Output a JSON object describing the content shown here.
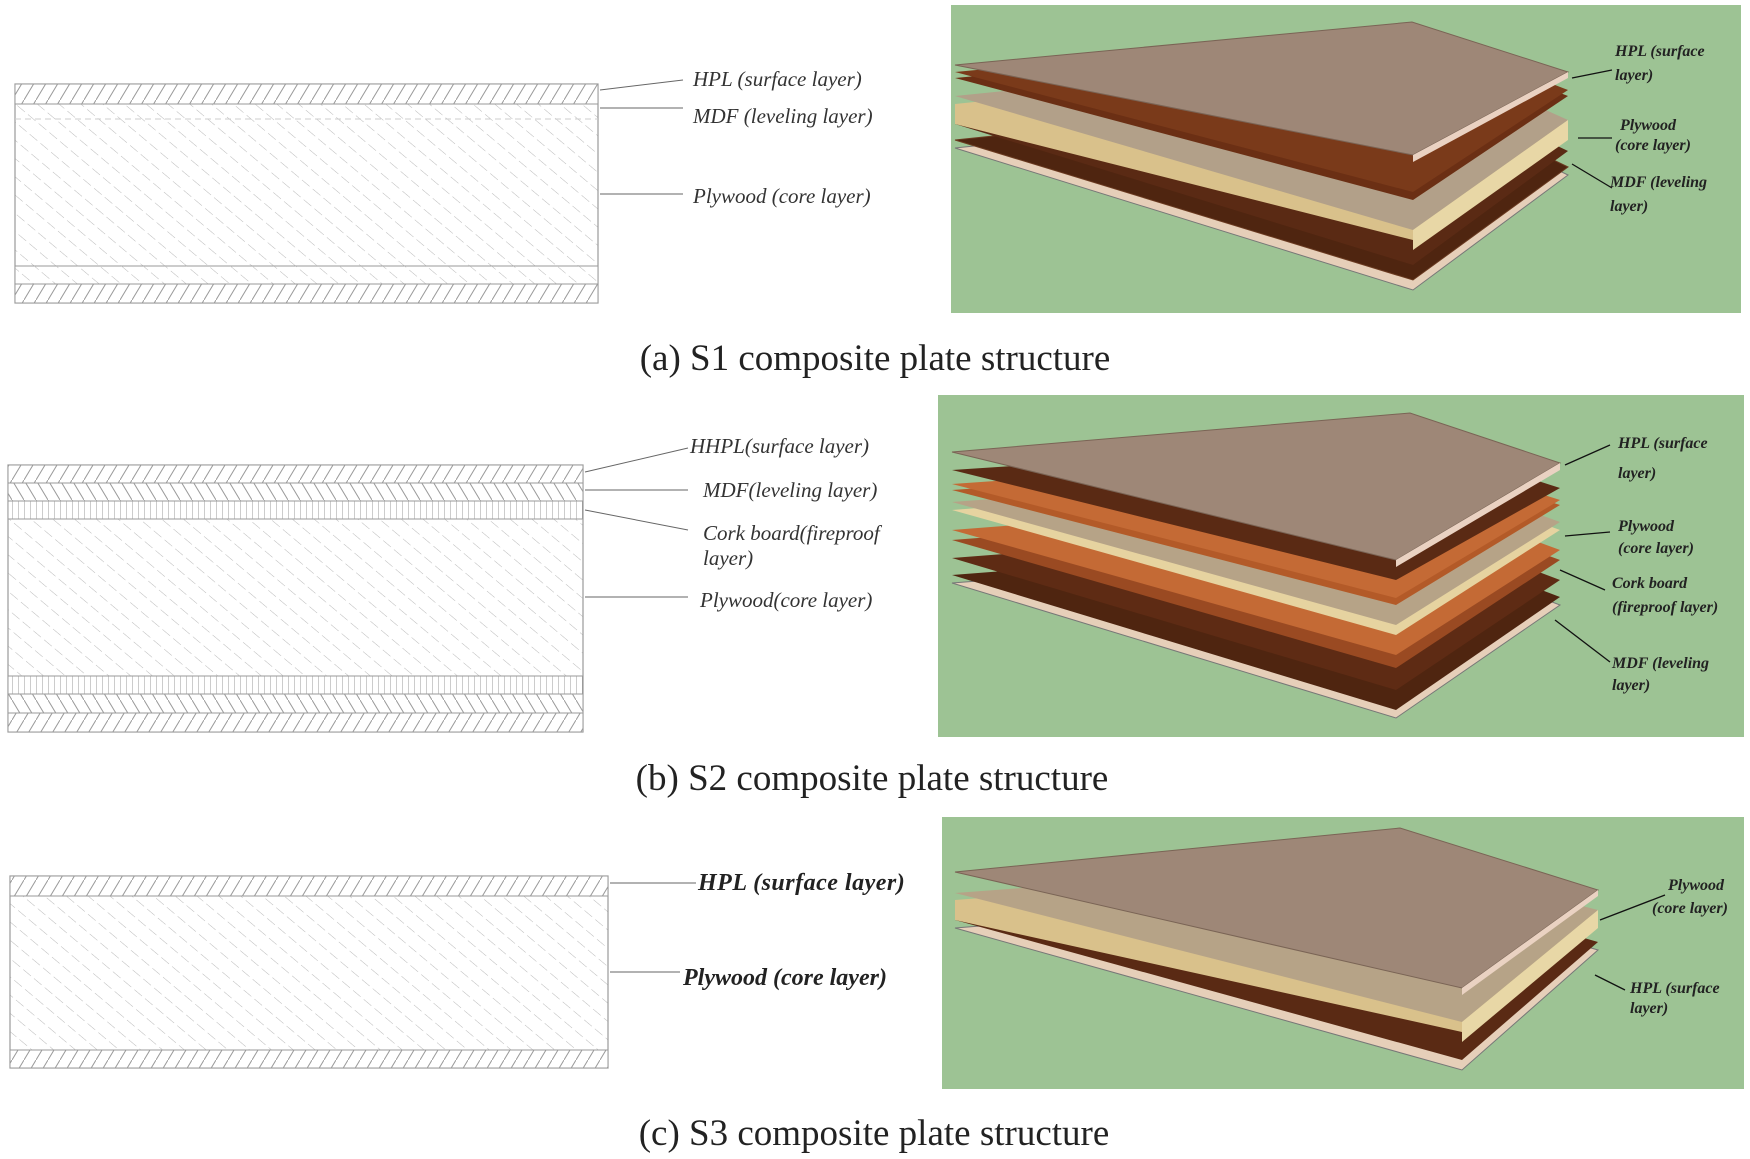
{
  "colors": {
    "green_bg": "#9dc394",
    "hpl_top": "#9e8777",
    "hpl_edge": "#ead2c2",
    "dark_wood": "#5a2a14",
    "mid_wood": "#8a3f1b",
    "cork": "#c46a35",
    "plywood_light": "#e6d3a0",
    "hatch": "#b4b4b4"
  },
  "panels": [
    {
      "caption": "(a) S1 composite plate structure",
      "section_labels": [
        "HPL (surface layer)",
        "MDF (leveling layer)",
        "Plywood (core layer)"
      ],
      "perspective_labels": [
        [
          "HPL (surface",
          "layer)"
        ],
        [
          "Plywood",
          "(core layer)"
        ],
        [
          "MDF (leveling",
          "layer)"
        ]
      ]
    },
    {
      "caption": "(b) S2 composite plate structure",
      "section_labels": [
        "HHPL(surface layer)",
        "MDF(leveling layer)",
        [
          "Cork board(fireproof",
          "layer)"
        ],
        "Plywood(core layer)"
      ],
      "perspective_labels": [
        [
          "HPL (surface",
          "layer)"
        ],
        [
          "Plywood",
          "(core layer)"
        ],
        [
          "Cork board",
          "(fireproof layer)"
        ],
        [
          "MDF (leveling",
          "layer)"
        ]
      ]
    },
    {
      "caption": "(c) S3 composite plate structure",
      "section_labels": [
        "HPL (surface layer)",
        "Plywood (core layer)"
      ],
      "perspective_labels": [
        [
          "Plywood",
          "(core layer)"
        ],
        [
          "HPL (surface",
          "layer)"
        ]
      ]
    }
  ]
}
